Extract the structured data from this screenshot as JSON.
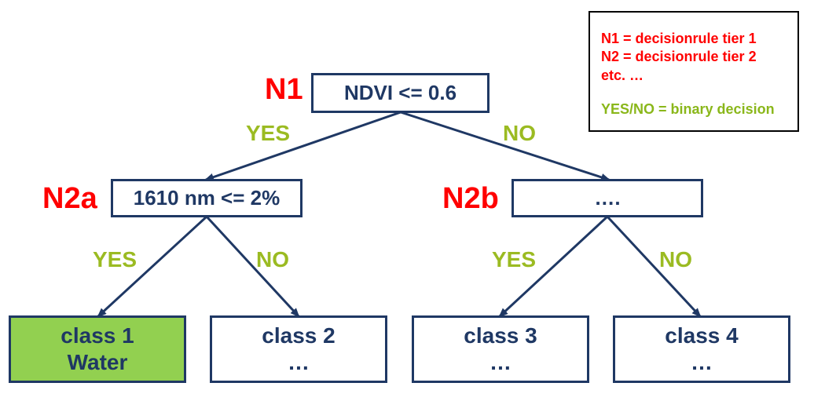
{
  "colors": {
    "node_border": "#1f3864",
    "node_text": "#1f3864",
    "node_id": "#ff0000",
    "edge_label": "#9bbb22",
    "leaf_highlight": "#92d050"
  },
  "nodes": {
    "n1": {
      "id": "N1",
      "text": "NDVI <= 0.6"
    },
    "n2a": {
      "id": "N2a",
      "text": "1610 nm <= 2%"
    },
    "n2b": {
      "id": "N2b",
      "text": "…."
    }
  },
  "edges": {
    "n1_yes": "YES",
    "n1_no": "NO",
    "n2a_yes": "YES",
    "n2a_no": "NO",
    "n2b_yes": "YES",
    "n2b_no": "NO"
  },
  "leaves": [
    {
      "line1": "class 1",
      "line2": "Water"
    },
    {
      "line1": "class 2",
      "line2": "…"
    },
    {
      "line1": "class 3",
      "line2": "…"
    },
    {
      "line1": "class 4",
      "line2": "…"
    }
  ],
  "legend": {
    "line1": "N1 = decisionrule tier 1",
    "line2": "N2 = decisionrule tier 2",
    "line3": "etc. …",
    "line4": "YES/NO = binary decision"
  }
}
